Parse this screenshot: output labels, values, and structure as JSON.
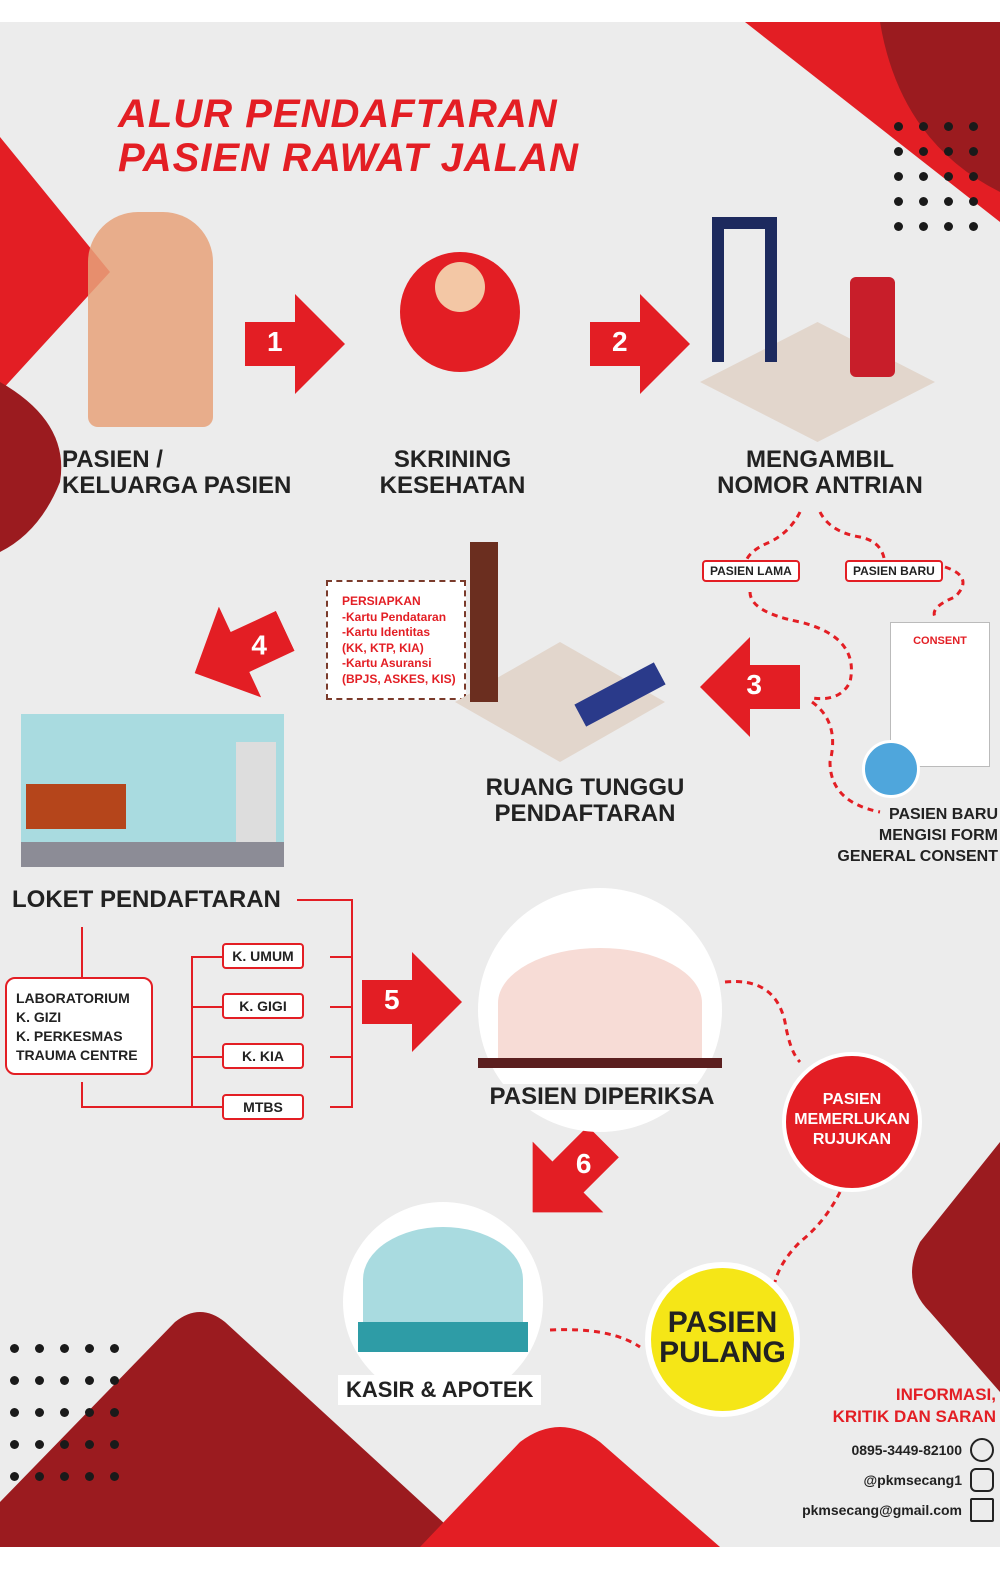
{
  "title": {
    "line1": "ALUR PENDAFTARAN",
    "line2": "PASIEN RAWAT JALAN"
  },
  "steps": {
    "pasien": {
      "line1": "PASIEN /",
      "line2": "KELUARGA PASIEN"
    },
    "skrining": {
      "line1": "SKRINING",
      "line2": "KESEHATAN"
    },
    "antrian": {
      "line1": "MENGAMBIL",
      "line2": "NOMOR ANTRIAN"
    },
    "ruang_tunggu": {
      "line1": "RUANG TUNGGU",
      "line2": "PENDAFTARAN"
    },
    "loket": "LOKET PENDAFTARAN",
    "diperiksa": "PASIEN DIPERIKSA",
    "kasir": "KASIR & APOTEK",
    "pulang": {
      "line1": "PASIEN",
      "line2": "PULANG"
    },
    "rujukan": {
      "line1": "PASIEN",
      "line2": "MEMERLUKAN",
      "line3": "RUJUKAN"
    }
  },
  "arrows": [
    "1",
    "2",
    "3",
    "4",
    "5",
    "6"
  ],
  "tags": {
    "lama": "PASIEN LAMA",
    "baru": "PASIEN BARU"
  },
  "consent": {
    "doc_title": "CONSENT",
    "line1": "PASIEN BARU",
    "line2": "MENGISI FORM",
    "line3": "GENERAL CONSENT"
  },
  "persiapkan": [
    "PERSIAPKAN",
    "-Kartu Pendataran",
    "-Kartu Identitas",
    "(KK, KTP, KIA)",
    "-Kartu Asuransi",
    "(BPJS, ASKES, KIS)"
  ],
  "poli": [
    "K. UMUM",
    "K. GIGI",
    "K. KIA",
    "MTBS"
  ],
  "penunjang": [
    "LABORATORIUM",
    "K. GIZI",
    "K. PERKESMAS",
    "TRAUMA CENTRE"
  ],
  "contact": {
    "heading1": "INFORMASI,",
    "heading2": "KRITIK DAN SARAN",
    "phone": "0895-3449-82100",
    "instagram": "@pkmsecang1",
    "email": "pkmsecang@gmail.com"
  },
  "colors": {
    "red": "#e31e24",
    "dark_red": "#9b1b1f",
    "yellow": "#f5e617",
    "bg": "#ececec"
  }
}
